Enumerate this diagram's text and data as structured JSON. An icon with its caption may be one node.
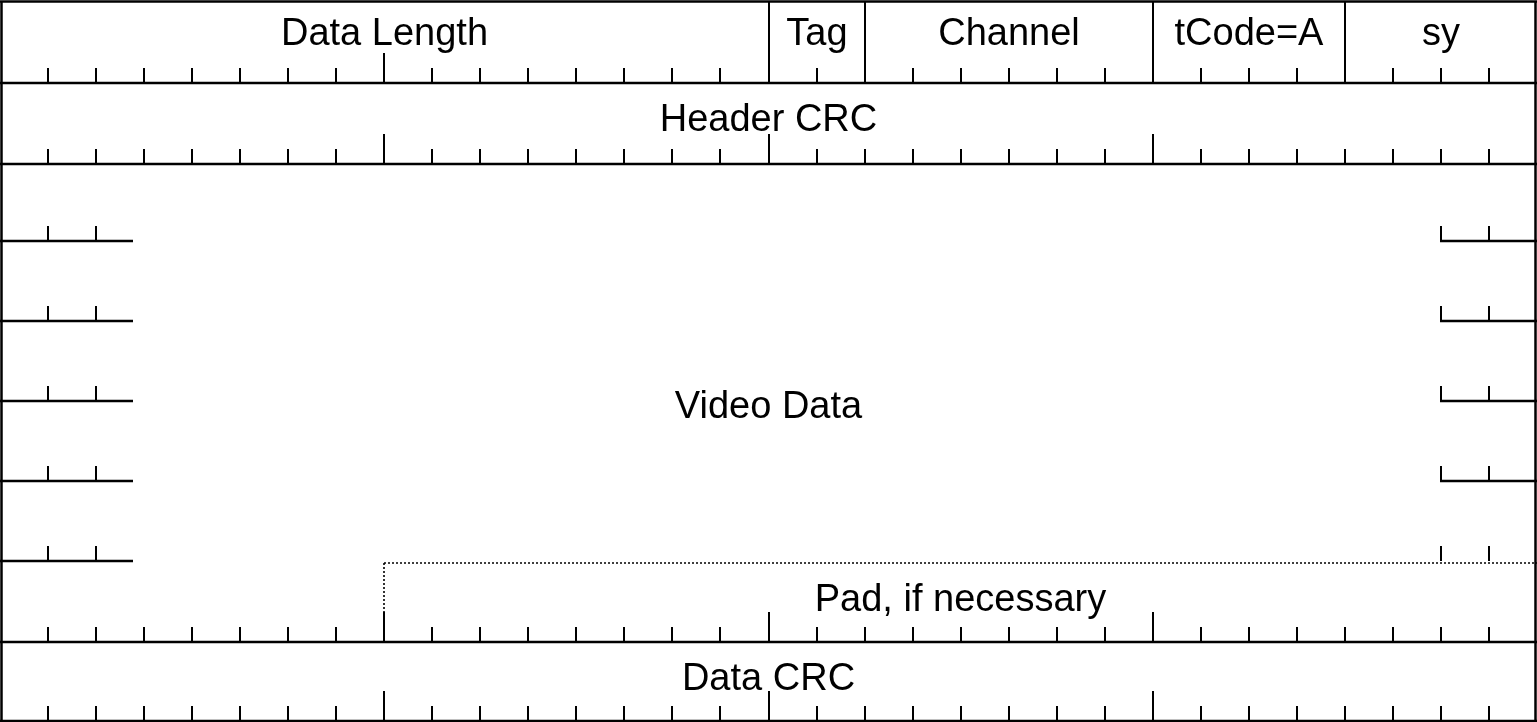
{
  "diagram": {
    "nodes": [
      {
        "text": [
          "Data Length"
        ]
      },
      {
        "text": [
          "Tag"
        ]
      },
      {
        "text": [
          "Channel"
        ]
      },
      {
        "text": [
          "tCode=A"
        ]
      },
      {
        "text": [
          "sy"
        ]
      },
      {
        "text": [
          "Header CRC"
        ]
      },
      {
        "text": [
          "Video Data"
        ]
      },
      {
        "text": [
          "Pad, if necessary"
        ]
      },
      {
        "text": [
          "Data CRC"
        ]
      }
    ]
  }
}
